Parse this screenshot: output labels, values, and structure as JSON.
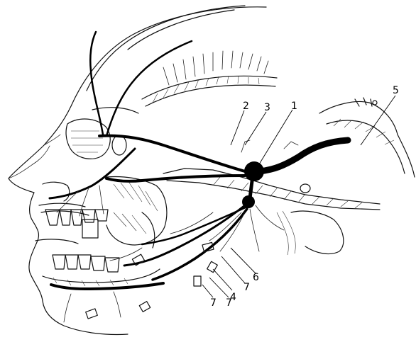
{
  "labels": {
    "l1": "1",
    "l2": "2",
    "l3": "3",
    "l4": "4",
    "l5": "5",
    "l6": "6",
    "l7a": "7",
    "l7b": "7",
    "l7c": "7"
  }
}
